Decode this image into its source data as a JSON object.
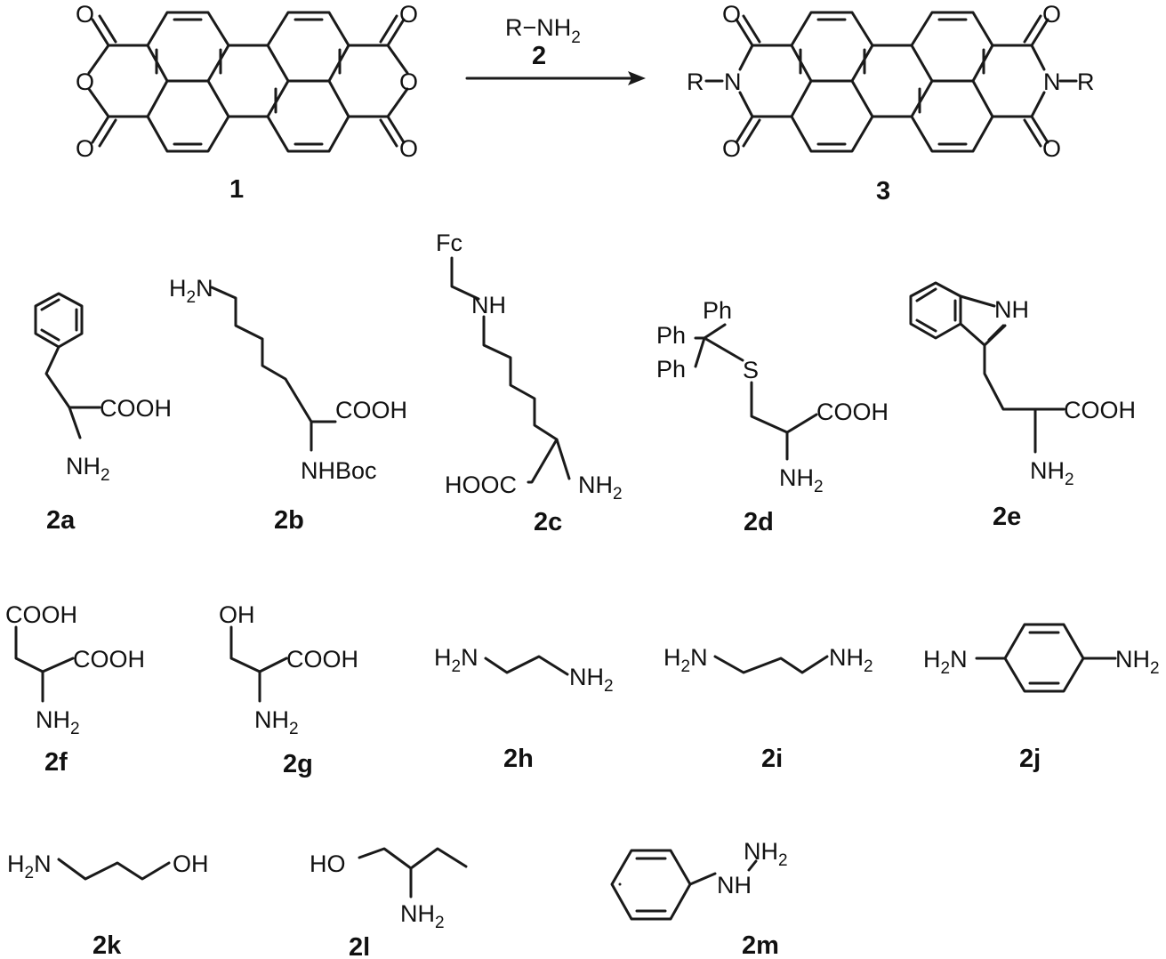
{
  "reaction": {
    "reactant": "1",
    "reagent_top": "R−NH",
    "reagent_sub": "2",
    "reagent_label": "2",
    "product": "3"
  },
  "atoms": {
    "O": "O",
    "N": "N",
    "R": "R",
    "NH2": "NH",
    "H2N": "H",
    "N_after_H2": "N",
    "two": "2",
    "COOH": "COOH",
    "HOOC": "HOOC",
    "NHBoc": "NHBoc",
    "NH": "NH",
    "Fc": "Fc",
    "Ph": "Ph",
    "S": "S",
    "OH": "OH",
    "HO": "HO"
  },
  "compounds": [
    "2a",
    "2b",
    "2c",
    "2d",
    "2e",
    "2f",
    "2g",
    "2h",
    "2i",
    "2j",
    "2k",
    "2l",
    "2m"
  ]
}
